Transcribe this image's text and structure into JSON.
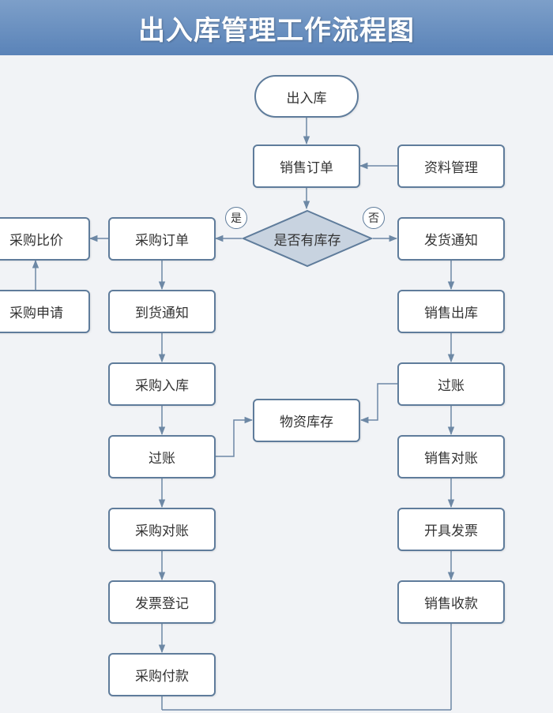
{
  "title": "出入库管理工作流程图",
  "nodes": {
    "start": "出入库",
    "sales_order": "销售订单",
    "data_management": "资料管理",
    "in_stock_question": "是否有库存",
    "yes": "是",
    "no": "否",
    "purchase_order": "采购订单",
    "price_comparison": "采购比价",
    "purchase_request": "采购申请",
    "arrival_notice": "到货通知",
    "purchase_inbound": "采购入库",
    "posting_left": "过账",
    "purchase_reconcile": "采购对账",
    "invoice_register": "发票登记",
    "purchase_payment": "采购付款",
    "material_inventory": "物资库存",
    "shipping_notice": "发货通知",
    "sales_outbound": "销售出库",
    "posting_right": "过账",
    "sales_reconcile": "销售对账",
    "issue_invoice": "开具发票",
    "sales_collection": "销售收款"
  },
  "colors": {
    "header": "#5a83b8",
    "node_border": "#5f7c9b",
    "decision_fill": "#c8d3e0",
    "line": "#6d88a5",
    "background": "#f1f3f6"
  }
}
